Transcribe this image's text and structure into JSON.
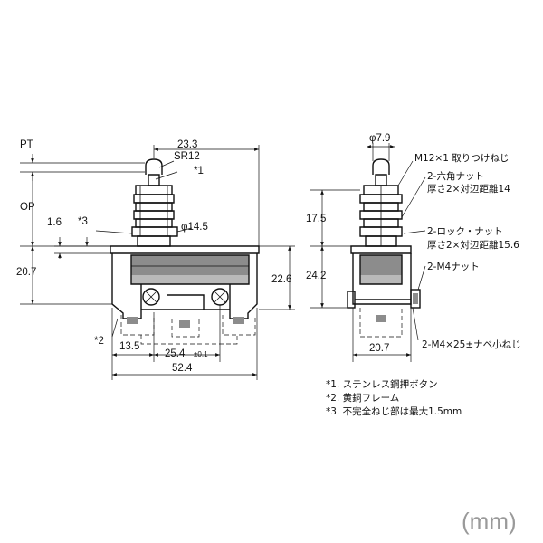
{
  "left_view": {
    "pt": "PT",
    "op": "OP",
    "dim_23_3": "23.3",
    "sr12": "SR12",
    "note_ref_1": "*1",
    "dim_1_6": "1.6",
    "note_ref_3": "*3",
    "phi_14_5": "φ14.5",
    "dim_20_7": "20.7",
    "dim_22_6": "22.6",
    "note_ref_2": "*2",
    "dim_13_5": "13.5",
    "dim_25_4": "25.4",
    "tolerance": "±0.1",
    "dim_52_4": "52.4"
  },
  "right_view": {
    "phi_7_9": "φ7.9",
    "m12_thread": "M12×1 取りつけねじ",
    "hex_nut": "2-六角ナット",
    "hex_nut_spec": "厚さ2×対辺距離14",
    "dim_17_5": "17.5",
    "lock_nut": "2-ロック・ナット",
    "lock_nut_spec": "厚さ2×対辺距離15.6",
    "dim_24_2": "24.2",
    "m4_nut": "2-M4ナット",
    "m4_screw": "2-M4×25±ナベ小ねじ",
    "dim_20_7": "20.7"
  },
  "notes": [
    "*1. ステンレス鋼押ボタン",
    "*2. 黄銅フレーム",
    "*3. 不完全ねじ部は最大1.5mm"
  ],
  "unit": "(mm)"
}
